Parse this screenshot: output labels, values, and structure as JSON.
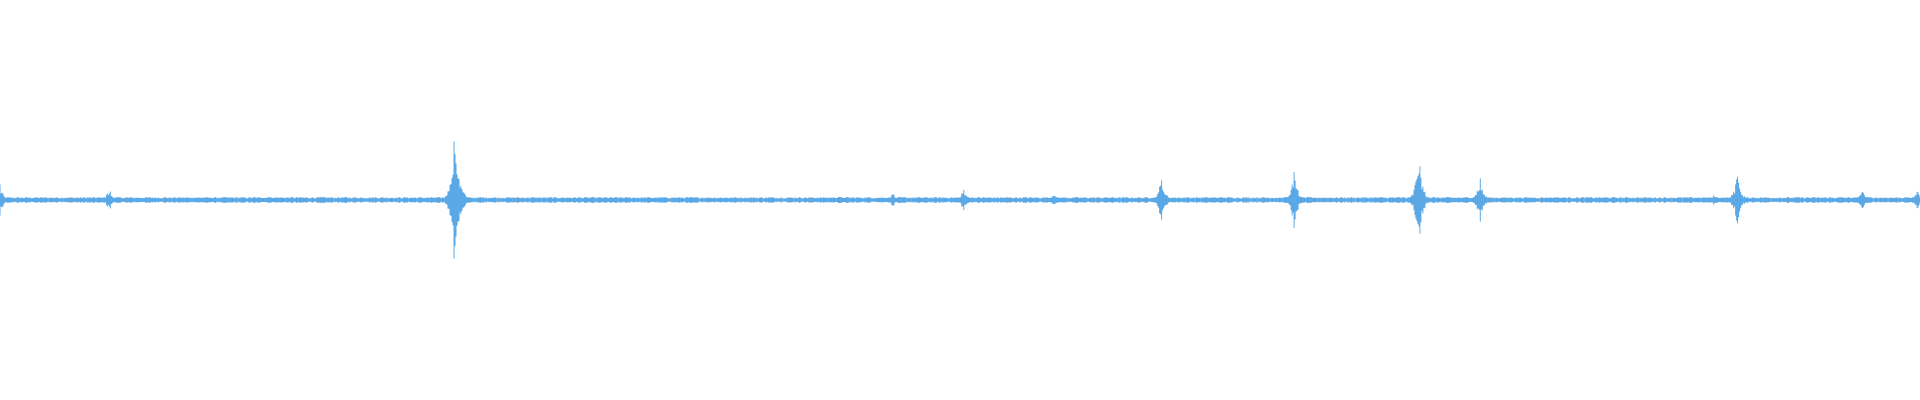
{
  "waveform": {
    "color": "#5aa9e6",
    "background": "#ffffff",
    "description_note": "",
    "spikes": [
      {
        "position": 0.0,
        "amplitude": 0.08
      },
      {
        "position": 0.057,
        "amplitude": 0.06
      },
      {
        "position": 0.106,
        "amplitude": 0.02
      },
      {
        "position": 0.14,
        "amplitude": 0.02
      },
      {
        "position": 0.237,
        "amplitude": 0.41
      },
      {
        "position": 0.24,
        "amplitude": 0.1
      },
      {
        "position": 0.437,
        "amplitude": 0.02
      },
      {
        "position": 0.465,
        "amplitude": 0.04
      },
      {
        "position": 0.502,
        "amplitude": 0.06
      },
      {
        "position": 0.549,
        "amplitude": 0.03
      },
      {
        "position": 0.605,
        "amplitude": 0.12
      },
      {
        "position": 0.633,
        "amplitude": 0.02
      },
      {
        "position": 0.674,
        "amplitude": 0.15
      },
      {
        "position": 0.739,
        "amplitude": 0.24
      },
      {
        "position": 0.771,
        "amplitude": 0.11
      },
      {
        "position": 0.81,
        "amplitude": 0.02
      },
      {
        "position": 0.893,
        "amplitude": 0.03
      },
      {
        "position": 0.905,
        "amplitude": 0.14
      },
      {
        "position": 0.97,
        "amplitude": 0.05
      },
      {
        "position": 0.999,
        "amplitude": 0.06
      }
    ]
  }
}
